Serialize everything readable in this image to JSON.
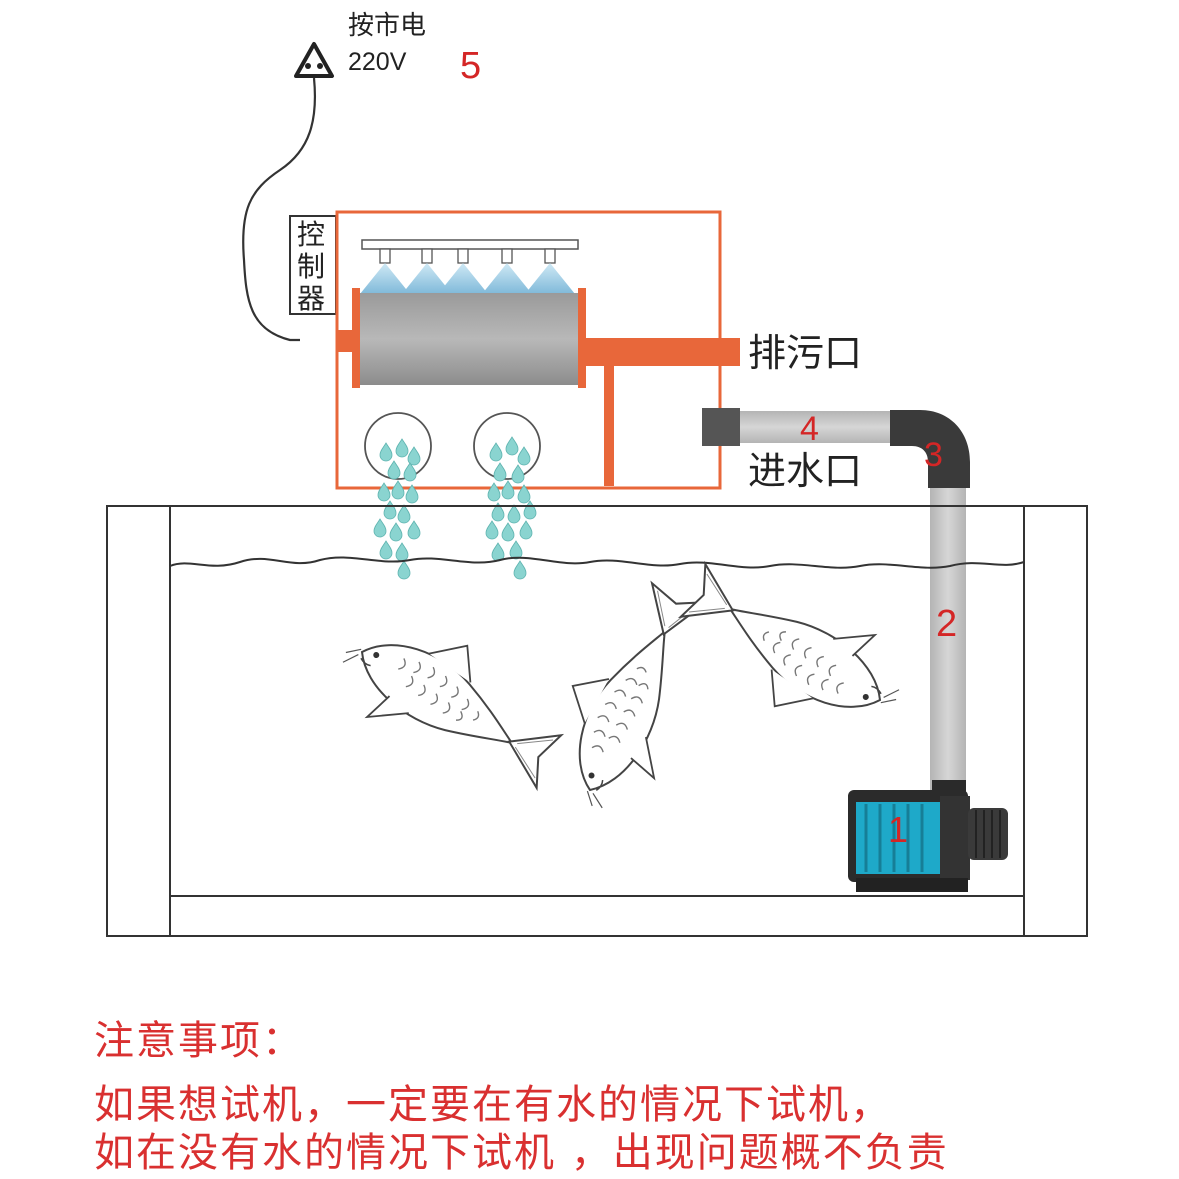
{
  "labels": {
    "power_source": "按市电",
    "voltage": "220V",
    "controller": [
      "控",
      "制",
      "器"
    ],
    "drain_outlet": "排污口",
    "water_inlet": "进水口"
  },
  "part_numbers": [
    "1",
    "2",
    "3",
    "4",
    "5"
  ],
  "notes": {
    "heading": "注意事项：",
    "line1": "如果想试机，一定要在有水的情况下试机，",
    "line2": "如在没有水的情况下试机 ，出现问题概不负责"
  },
  "colors": {
    "frame_orange": "#e8673a",
    "pipe_gray": "#c8c8c8",
    "elbow_dark": "#3a3a3a",
    "pump_teal": "#1ea9c9",
    "note_red": "#d93030",
    "water_drop": "#8ad4d0"
  }
}
